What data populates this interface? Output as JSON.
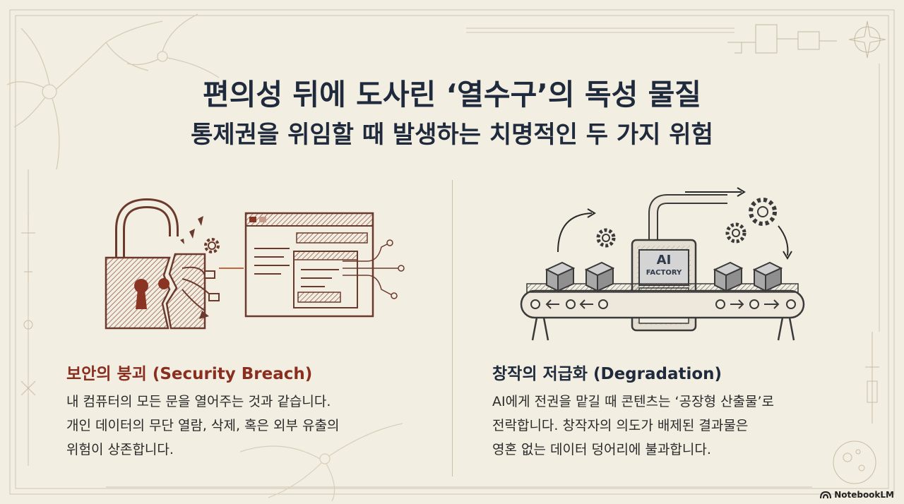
{
  "header": {
    "title": "편의성 뒤에 도사린 ‘열수구’의 독성 물질",
    "subtitle": "통제권을 위임할 때 발생하는 치명적인 두 가지 위험"
  },
  "left_section": {
    "title": "보안의 붕괴 (Security Breach)",
    "body": "내 컴퓨터의 모든 문을 열어주는 것과 같습니다.\n개인 데이터의 무단 열람, 삭제, 혹은 외부 유출의\n위험이 상존합니다."
  },
  "right_section": {
    "title": "창작의 저급화 (Degradation)",
    "body": "AI에게 전권을 맡길 때 콘텐츠는 ‘공장형 산출물’로\n전락합니다. 창작자의 의도가 배제된 결과물은\n영혼 없는 데이터 덩어리에 불과합니다."
  },
  "factory": {
    "label_line1": "AI",
    "label_line2": "FACTORY"
  },
  "branding": {
    "logo_text": "NotebookLM"
  },
  "colors": {
    "background": "#f3eee2",
    "title": "#1f2a3c",
    "accent_red": "#8a2e1f",
    "line_art": "#6b3a2c"
  }
}
